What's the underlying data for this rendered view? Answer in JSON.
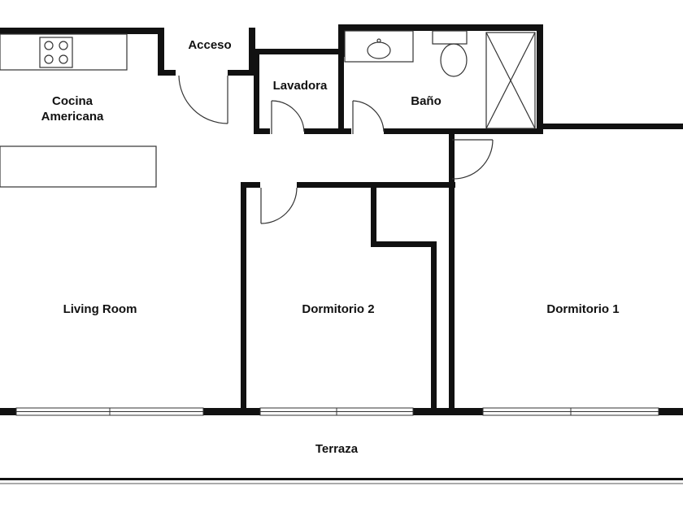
{
  "plan": {
    "rooms": {
      "acceso": "Acceso",
      "lavadora": "Lavadora",
      "bano": "Baño",
      "cocina_line1": "Cocina",
      "cocina_line2": "Americana",
      "living": "Living Room",
      "dormitorio2": "Dormitorio 2",
      "dormitorio1": "Dormitorio 1",
      "terraza": "Terraza"
    },
    "colors": {
      "wall": "#111111",
      "line": "#333333",
      "background": "#ffffff"
    }
  }
}
